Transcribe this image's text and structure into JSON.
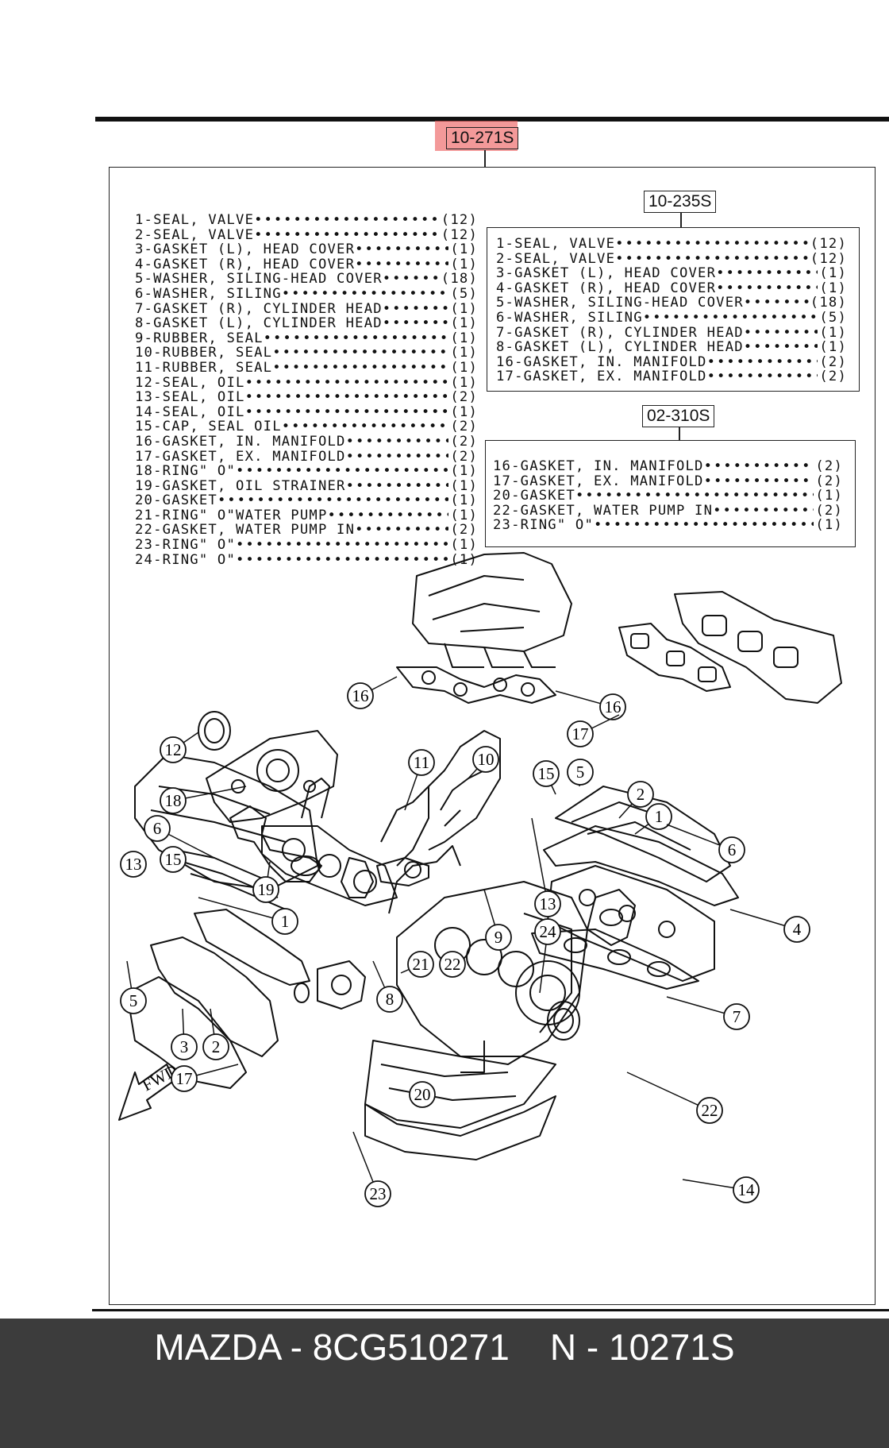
{
  "kit_main": {
    "tag": "10-271S",
    "parts": [
      {
        "name": "1-SEAL, VALVE",
        "qty": "(12)"
      },
      {
        "name": "2-SEAL, VALVE",
        "qty": "(12)"
      },
      {
        "name": "3-GASKET (L), HEAD COVER",
        "qty": "(1)"
      },
      {
        "name": "4-GASKET (R), HEAD COVER",
        "qty": "(1)"
      },
      {
        "name": "5-WASHER, SILING-HEAD COVER",
        "qty": "(18)"
      },
      {
        "name": "6-WASHER, SILING",
        "qty": "(5)"
      },
      {
        "name": "7-GASKET (R), CYLINDER HEAD",
        "qty": "(1)"
      },
      {
        "name": "8-GASKET (L), CYLINDER HEAD",
        "qty": "(1)"
      },
      {
        "name": "9-RUBBER, SEAL",
        "qty": "(1)"
      },
      {
        "name": "10-RUBBER, SEAL",
        "qty": "(1)"
      },
      {
        "name": "11-RUBBER, SEAL",
        "qty": "(1)"
      },
      {
        "name": "12-SEAL, OIL",
        "qty": "(1)"
      },
      {
        "name": "13-SEAL, OIL",
        "qty": "(2)"
      },
      {
        "name": "14-SEAL, OIL",
        "qty": "(1)"
      },
      {
        "name": "15-CAP, SEAL OIL",
        "qty": "(2)"
      },
      {
        "name": "16-GASKET, IN. MANIFOLD",
        "qty": "(2)"
      },
      {
        "name": "17-GASKET, EX. MANIFOLD",
        "qty": "(2)"
      },
      {
        "name": "18-RING\" O\"",
        "qty": "(1)"
      },
      {
        "name": "19-GASKET, OIL STRAINER",
        "qty": "(1)"
      },
      {
        "name": "20-GASKET",
        "qty": "(1)"
      },
      {
        "name": "21-RING\" O\"WATER PUMP",
        "qty": "(1)"
      },
      {
        "name": "22-GASKET, WATER PUMP IN",
        "qty": "(2)"
      },
      {
        "name": "23-RING\" O\"",
        "qty": "(1)"
      },
      {
        "name": "24-RING\" O\"",
        "qty": "(1)"
      }
    ]
  },
  "kit_235": {
    "tag": "10-235S",
    "parts": [
      {
        "name": "1-SEAL, VALVE",
        "qty": "(12)"
      },
      {
        "name": "2-SEAL, VALVE",
        "qty": "(12)"
      },
      {
        "name": "3-GASKET (L), HEAD COVER",
        "qty": "(1)"
      },
      {
        "name": "4-GASKET (R), HEAD COVER",
        "qty": "(1)"
      },
      {
        "name": "5-WASHER, SILING-HEAD COVER",
        "qty": "(18)"
      },
      {
        "name": "6-WASHER, SILING",
        "qty": "(5)"
      },
      {
        "name": "7-GASKET (R), CYLINDER HEAD",
        "qty": "(1)"
      },
      {
        "name": "8-GASKET (L), CYLINDER HEAD",
        "qty": "(1)"
      },
      {
        "name": "16-GASKET, IN. MANIFOLD",
        "qty": "(2)"
      },
      {
        "name": "17-GASKET, EX. MANIFOLD",
        "qty": "(2)"
      }
    ]
  },
  "kit_310": {
    "tag": "02-310S",
    "parts": [
      {
        "name": "16-GASKET, IN. MANIFOLD",
        "qty": "(2)"
      },
      {
        "name": "17-GASKET, EX. MANIFOLD",
        "qty": "(2)"
      },
      {
        "name": "20-GASKET",
        "qty": "(1)"
      },
      {
        "name": "22-GASKET, WATER PUMP IN",
        "qty": "(2)"
      },
      {
        "name": "23-RING\" O\"",
        "qty": "(1)"
      }
    ]
  },
  "diagram": {
    "fwd_label": "FWD",
    "callouts": [
      {
        "label": "16"
      },
      {
        "label": "16"
      },
      {
        "label": "17"
      },
      {
        "label": "12"
      },
      {
        "label": "18"
      },
      {
        "label": "11"
      },
      {
        "label": "10"
      },
      {
        "label": "15"
      },
      {
        "label": "5"
      },
      {
        "label": "2"
      },
      {
        "label": "1"
      },
      {
        "label": "6"
      },
      {
        "label": "6"
      },
      {
        "label": "13"
      },
      {
        "label": "15"
      },
      {
        "label": "19"
      },
      {
        "label": "1"
      },
      {
        "label": "13"
      },
      {
        "label": "4"
      },
      {
        "label": "9"
      },
      {
        "label": "24"
      },
      {
        "label": "21"
      },
      {
        "label": "22"
      },
      {
        "label": "5"
      },
      {
        "label": "8"
      },
      {
        "label": "7"
      },
      {
        "label": "3"
      },
      {
        "label": "2"
      },
      {
        "label": "17"
      },
      {
        "label": "20"
      },
      {
        "label": "22"
      },
      {
        "label": "23"
      },
      {
        "label": "14"
      }
    ]
  },
  "footer": {
    "text": "MAZDA - 8CG510271    N - 10271S"
  }
}
